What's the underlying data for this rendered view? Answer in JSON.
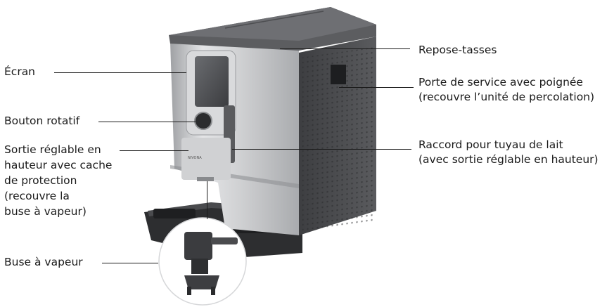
{
  "labels": {
    "ecran": "Écran",
    "bouton": "Bouton rotatif",
    "sortie": [
      "Sortie réglable en",
      "hauteur avec cache",
      "de protection",
      "(recouvre la",
      "buse à vapeur)"
    ],
    "buse": "Buse à vapeur",
    "repose": "Repose-tasses",
    "porte": [
      "Porte de service avec poignée",
      "(recouvre l’unité de percolation)"
    ],
    "raccord": [
      "Raccord pour tuyau de lait",
      "(avec sortie réglable en hauteur)"
    ]
  },
  "brand": "NIVONA",
  "colors": {
    "body_silver": "#c9cacc",
    "dark_panel": "#4a4b4d",
    "top": "#5c5d60",
    "tray": "#2d2e30"
  }
}
